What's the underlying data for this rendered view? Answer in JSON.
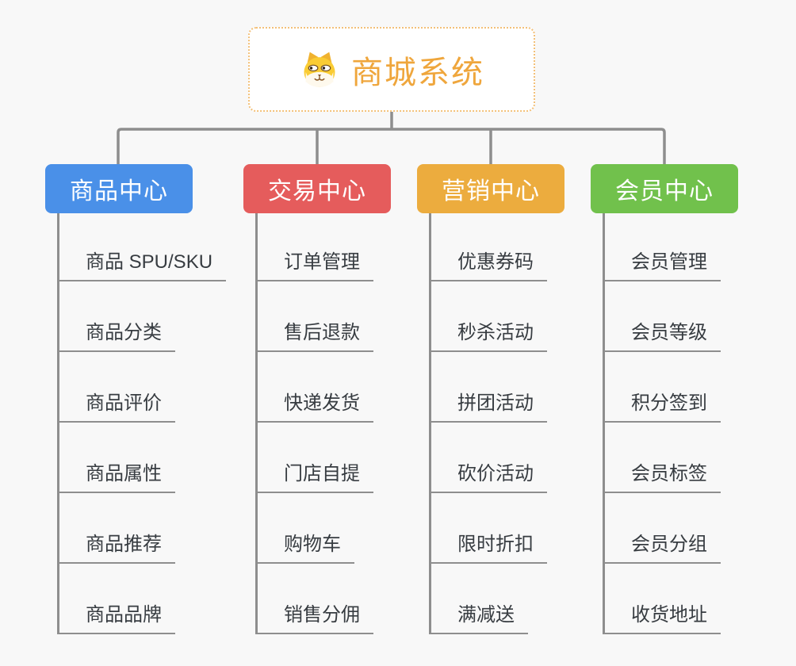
{
  "canvas": {
    "background": "#F8F8F8",
    "connector_color": "#8E8E8E",
    "leaf_text_color": "#373C41"
  },
  "root": {
    "title": "商城系统",
    "icon": "dog-icon",
    "text_color": "#EFA63C",
    "border_color": "#F3C078",
    "background": "#FFFFFF"
  },
  "branches": [
    {
      "label": "商品中心",
      "color": "#4A90E8",
      "items": [
        "商品 SPU/SKU",
        "商品分类",
        "商品评价",
        "商品属性",
        "商品推荐",
        "商品品牌"
      ]
    },
    {
      "label": "交易中心",
      "color": "#E55C5C",
      "items": [
        "订单管理",
        "售后退款",
        "快递发货",
        "门店自提",
        "购物车",
        "销售分佣"
      ]
    },
    {
      "label": "营销中心",
      "color": "#ECAC3E",
      "items": [
        "优惠券码",
        "秒杀活动",
        "拼团活动",
        "砍价活动",
        "限时折扣",
        "满减送"
      ]
    },
    {
      "label": "会员中心",
      "color": "#71C14C",
      "items": [
        "会员管理",
        "会员等级",
        "积分签到",
        "会员标签",
        "会员分组",
        "收货地址"
      ]
    }
  ]
}
